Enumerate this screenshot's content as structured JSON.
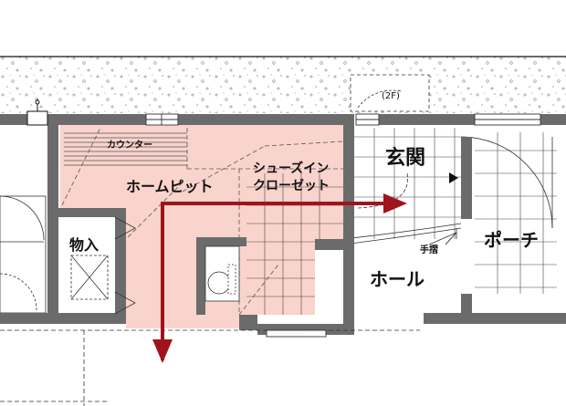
{
  "labels": {
    "counter": "カウンター",
    "home_pit": "ホームピット",
    "shoes_in_1": "シューズイン",
    "shoes_in_2": "クローゼット",
    "genkan": "玄関",
    "storage": "物入",
    "porch": "ポーチ",
    "handrail": "手摺",
    "hall": "ホール",
    "second_floor": "(2F)"
  },
  "colors": {
    "wall": "#6b6b6b",
    "floor_pink": "#f9d4cc",
    "arrow": "#a1131a",
    "line": "#333333"
  }
}
